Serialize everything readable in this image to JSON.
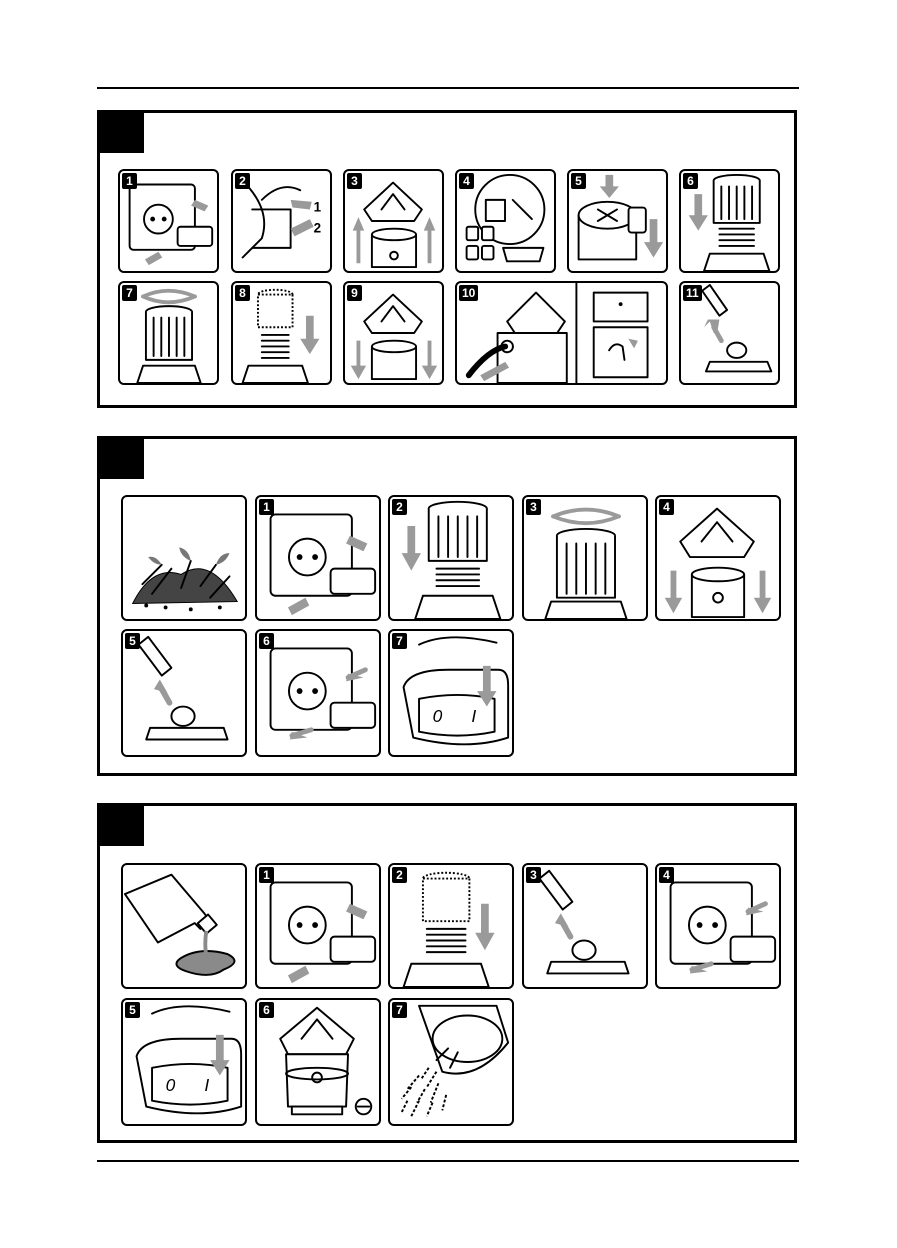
{
  "sections": [
    {
      "id": "A",
      "panels": [
        {
          "num": "1",
          "scene": "unplug"
        },
        {
          "num": "2",
          "scene": "clips",
          "labels": [
            "1",
            "2"
          ]
        },
        {
          "num": "3",
          "scene": "lift-head"
        },
        {
          "num": "4",
          "scene": "accessories"
        },
        {
          "num": "5",
          "scene": "cord-hook"
        },
        {
          "num": "6",
          "scene": "filter-down"
        },
        {
          "num": "7",
          "scene": "filter-twist"
        },
        {
          "num": "8",
          "scene": "foam-down"
        },
        {
          "num": "9",
          "scene": "head-down"
        },
        {
          "num": "10",
          "scene": "hose-connect"
        },
        {
          "num": "11",
          "scene": "nozzle"
        }
      ]
    },
    {
      "id": "B",
      "panels": [
        {
          "num": "",
          "scene": "leaves"
        },
        {
          "num": "1",
          "scene": "unplug"
        },
        {
          "num": "2",
          "scene": "filter-down"
        },
        {
          "num": "3",
          "scene": "filter-twist"
        },
        {
          "num": "4",
          "scene": "head-down"
        },
        {
          "num": "5",
          "scene": "nozzle"
        },
        {
          "num": "6",
          "scene": "plug-in"
        },
        {
          "num": "7",
          "scene": "switch",
          "labels": [
            "0",
            "I"
          ]
        }
      ]
    },
    {
      "id": "C",
      "panels": [
        {
          "num": "",
          "scene": "liquid"
        },
        {
          "num": "1",
          "scene": "unplug"
        },
        {
          "num": "2",
          "scene": "foam-down"
        },
        {
          "num": "3",
          "scene": "nozzle"
        },
        {
          "num": "4",
          "scene": "plug-in"
        },
        {
          "num": "5",
          "scene": "switch",
          "labels": [
            "0",
            "I"
          ]
        },
        {
          "num": "6",
          "scene": "vacuum-drain"
        },
        {
          "num": "7",
          "scene": "pour-out"
        }
      ]
    }
  ]
}
